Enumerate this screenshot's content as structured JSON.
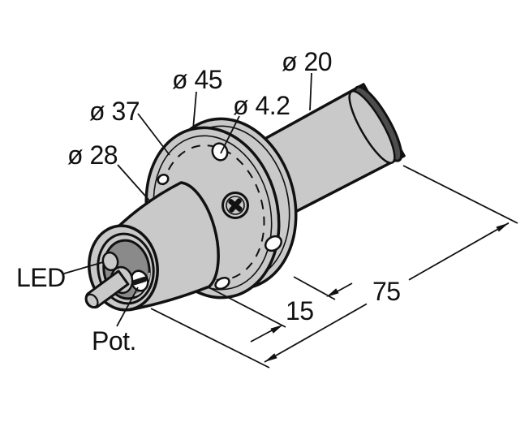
{
  "drawing": {
    "labels": {
      "flange_diameter": "ø 45",
      "barrel_diameter": "ø 20",
      "bolt_circle_diameter": "ø 37",
      "mounting_hole_diameter": "ø 4.2",
      "hub_diameter": "ø 28",
      "led": "LED",
      "potentiometer": "Pot.",
      "flange_thickness": "15",
      "barrel_length": "75"
    },
    "colors": {
      "body_fill": "#c9c9c9",
      "recess_fill": "#8a8a8a",
      "cap_rim_fill": "#4d4d4d",
      "line": "#111111",
      "background": "#ffffff"
    }
  }
}
